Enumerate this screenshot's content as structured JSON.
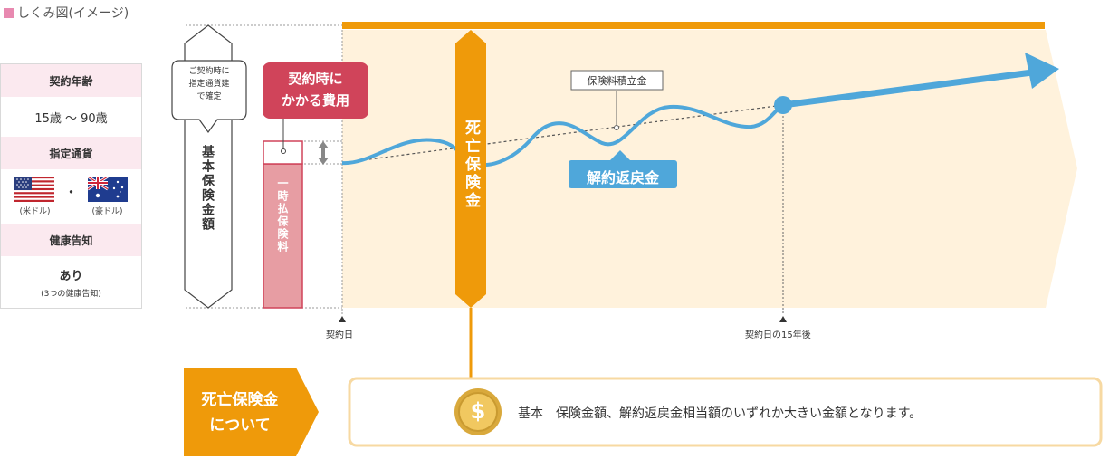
{
  "title": "しくみ図(イメージ)",
  "conditions": {
    "age_header": "契約年齢",
    "age_value": "15歳 〜 90歳",
    "currency_header": "指定通貨",
    "currency_us": "(米ドル)",
    "currency_au": "(豪ドル)",
    "health_header": "健康告知",
    "health_value": "あり",
    "health_note": "(3つの健康告知)"
  },
  "diagram": {
    "bubble": [
      "ご契約時に",
      "指定通貨建",
      "で確定"
    ],
    "basic_sum": "基本保険金額",
    "fee_label": [
      "契約時に",
      "かかる費用"
    ],
    "premium": "一時払保険料",
    "death_benefit": "死亡保険金",
    "reserve": "保険料積立金",
    "surrender": "解約返戻金",
    "contract_day": "契約日",
    "year15": "契約日の15年後"
  },
  "about": {
    "label": [
      "死亡保険金",
      "について"
    ],
    "coin_symbol": "$",
    "text": "基本　保険金額、解約返戻金相当額のいずれか大きい金額となります。"
  },
  "colors": {
    "orange": "#ef9a0a",
    "cream": "#fff2dc",
    "red": "#d0445a",
    "pink": "#e79da3",
    "blue": "#4fa7da",
    "tableHeader": "#fbe9ef"
  },
  "icons": [
    "us-flag-icon",
    "au-flag-icon",
    "double-arrow-icon",
    "coin-icon",
    "arrow-right-icon"
  ]
}
